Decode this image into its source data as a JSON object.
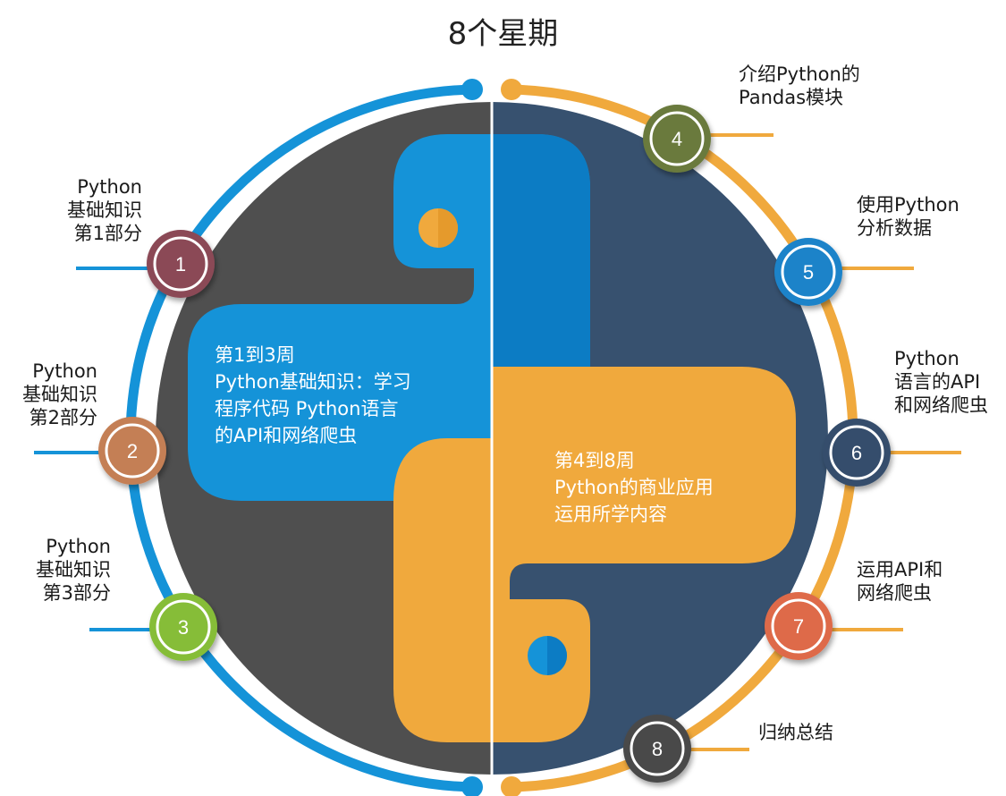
{
  "title": "8个星期",
  "colors": {
    "left_bg": "#4f4f4f",
    "right_bg": "#37516f",
    "blue": "#1593d8",
    "blue_dark": "#0c7cc4",
    "orange": "#f0a93d",
    "orange_dark": "#e59a2c"
  },
  "left_block": {
    "line1": "第1到3周",
    "line2": "Python基础知识：学习",
    "line3": "程序代码  Python语言",
    "line4": "的API和网络爬虫"
  },
  "right_block": {
    "line1": "第4到8周",
    "line2": "Python的商业应用",
    "line3": "运用所学内容"
  },
  "weeks": [
    {
      "number": "1",
      "lines": [
        "Python",
        "基础知识",
        "第1部分"
      ],
      "color": "#8b4a57"
    },
    {
      "number": "2",
      "lines": [
        "Python",
        "基础知识",
        "第2部分"
      ],
      "color": "#c47f55"
    },
    {
      "number": "3",
      "lines": [
        "Python",
        "基础知识",
        "第3部分"
      ],
      "color": "#86bd37"
    },
    {
      "number": "4",
      "lines": [
        "介绍Python的",
        "Pandas模块"
      ],
      "color": "#6a7a3d"
    },
    {
      "number": "5",
      "lines": [
        "使用Python",
        "分析数据"
      ],
      "color": "#1a83c9"
    },
    {
      "number": "6",
      "lines": [
        "Python",
        "语言的API",
        "和网络爬虫"
      ],
      "color": "#344e6c"
    },
    {
      "number": "7",
      "lines": [
        "运用API和",
        "网络爬虫"
      ],
      "color": "#de6b4a"
    },
    {
      "number": "8",
      "lines": [
        "归纳总结"
      ],
      "color": "#4a4a4a"
    }
  ]
}
